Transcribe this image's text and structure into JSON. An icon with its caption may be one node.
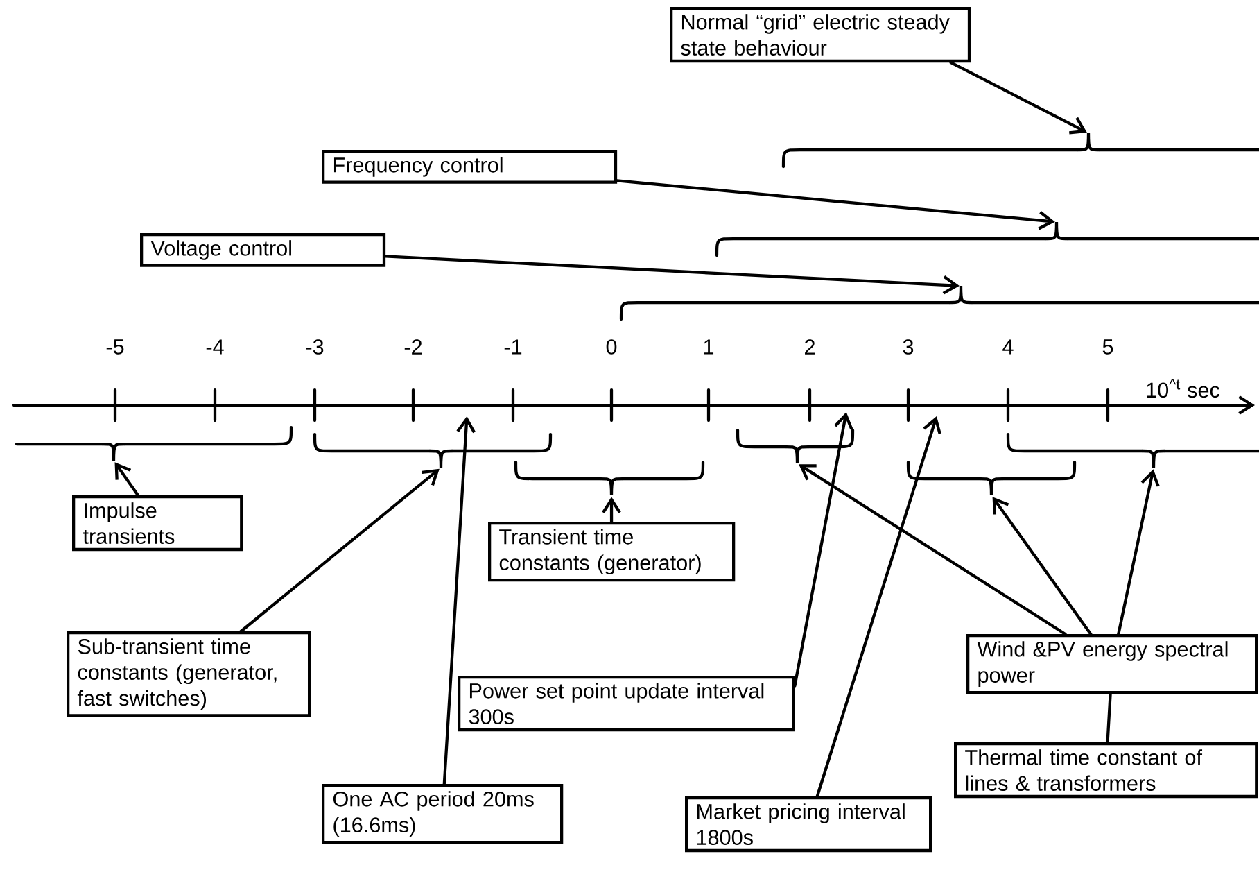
{
  "diagram": {
    "nodes": [
      {
        "text": [
          "Normal “grid” electric steady state behaviour"
        ]
      },
      {
        "text": [],
        "shape": "brace"
      },
      {
        "text": [
          "Frequency control"
        ]
      },
      {
        "text": [],
        "shape": "brace"
      },
      {
        "text": [
          "Voltage control"
        ]
      },
      {
        "text": [],
        "shape": "brace"
      },
      {
        "text": [],
        "shape": "brace"
      },
      {
        "text": [],
        "shape": "brace"
      },
      {
        "text": [],
        "shape": "brace"
      },
      {
        "text": [],
        "shape": "brace"
      },
      {
        "text": [],
        "shape": "brace"
      },
      {
        "text": [],
        "shape": "brace"
      },
      {
        "text": [
          "Impulse transients"
        ]
      },
      {
        "text": [
          "Transient time constants (generator)"
        ]
      },
      {
        "text": [
          "Sub-transient time constants (generator, fast switches)"
        ]
      },
      {
        "text": [
          "Wind &PV energy spectral power"
        ]
      },
      {
        "text": [
          "Power set point update interval 300s"
        ]
      },
      {
        "text": [
          "Thermal time constant of lines & transformers"
        ]
      },
      {
        "text": [
          "One AC period 20ms (16.6ms)"
        ]
      },
      {
        "text": [
          "Market pricing interval 1800s"
        ]
      },
      {
        "text": [],
        "shape": "line"
      }
    ],
    "edges": [
      {
        "from": 0,
        "to": 1,
        "arrow": "to"
      },
      {
        "from": 2,
        "to": 3,
        "arrow": "to"
      },
      {
        "from": 4,
        "to": 5,
        "arrow": "to"
      },
      {
        "from": 12,
        "to": 6,
        "arrow": "to"
      },
      {
        "from": 14,
        "to": 7,
        "arrow": "to"
      },
      {
        "from": 13,
        "to": 8,
        "arrow": "to"
      },
      {
        "from": 15,
        "to": 9,
        "arrow": "to"
      },
      {
        "from": 15,
        "to": 10,
        "arrow": "to"
      },
      {
        "from": 15,
        "to": 11,
        "arrow": "to"
      },
      {
        "from": 16,
        "to": 20,
        "arrow": "to"
      },
      {
        "from": 18,
        "to": 20,
        "arrow": "to"
      },
      {
        "from": 19,
        "to": 20,
        "arrow": "to"
      },
      {
        "from": 17,
        "to": 15,
        "arrow": "none"
      }
    ],
    "labels": [
      "-5",
      "-4",
      "-3",
      "-2",
      "-1",
      "0",
      "1",
      "2",
      "3",
      "4",
      "5",
      "10$^{^t}$ sec"
    ]
  }
}
